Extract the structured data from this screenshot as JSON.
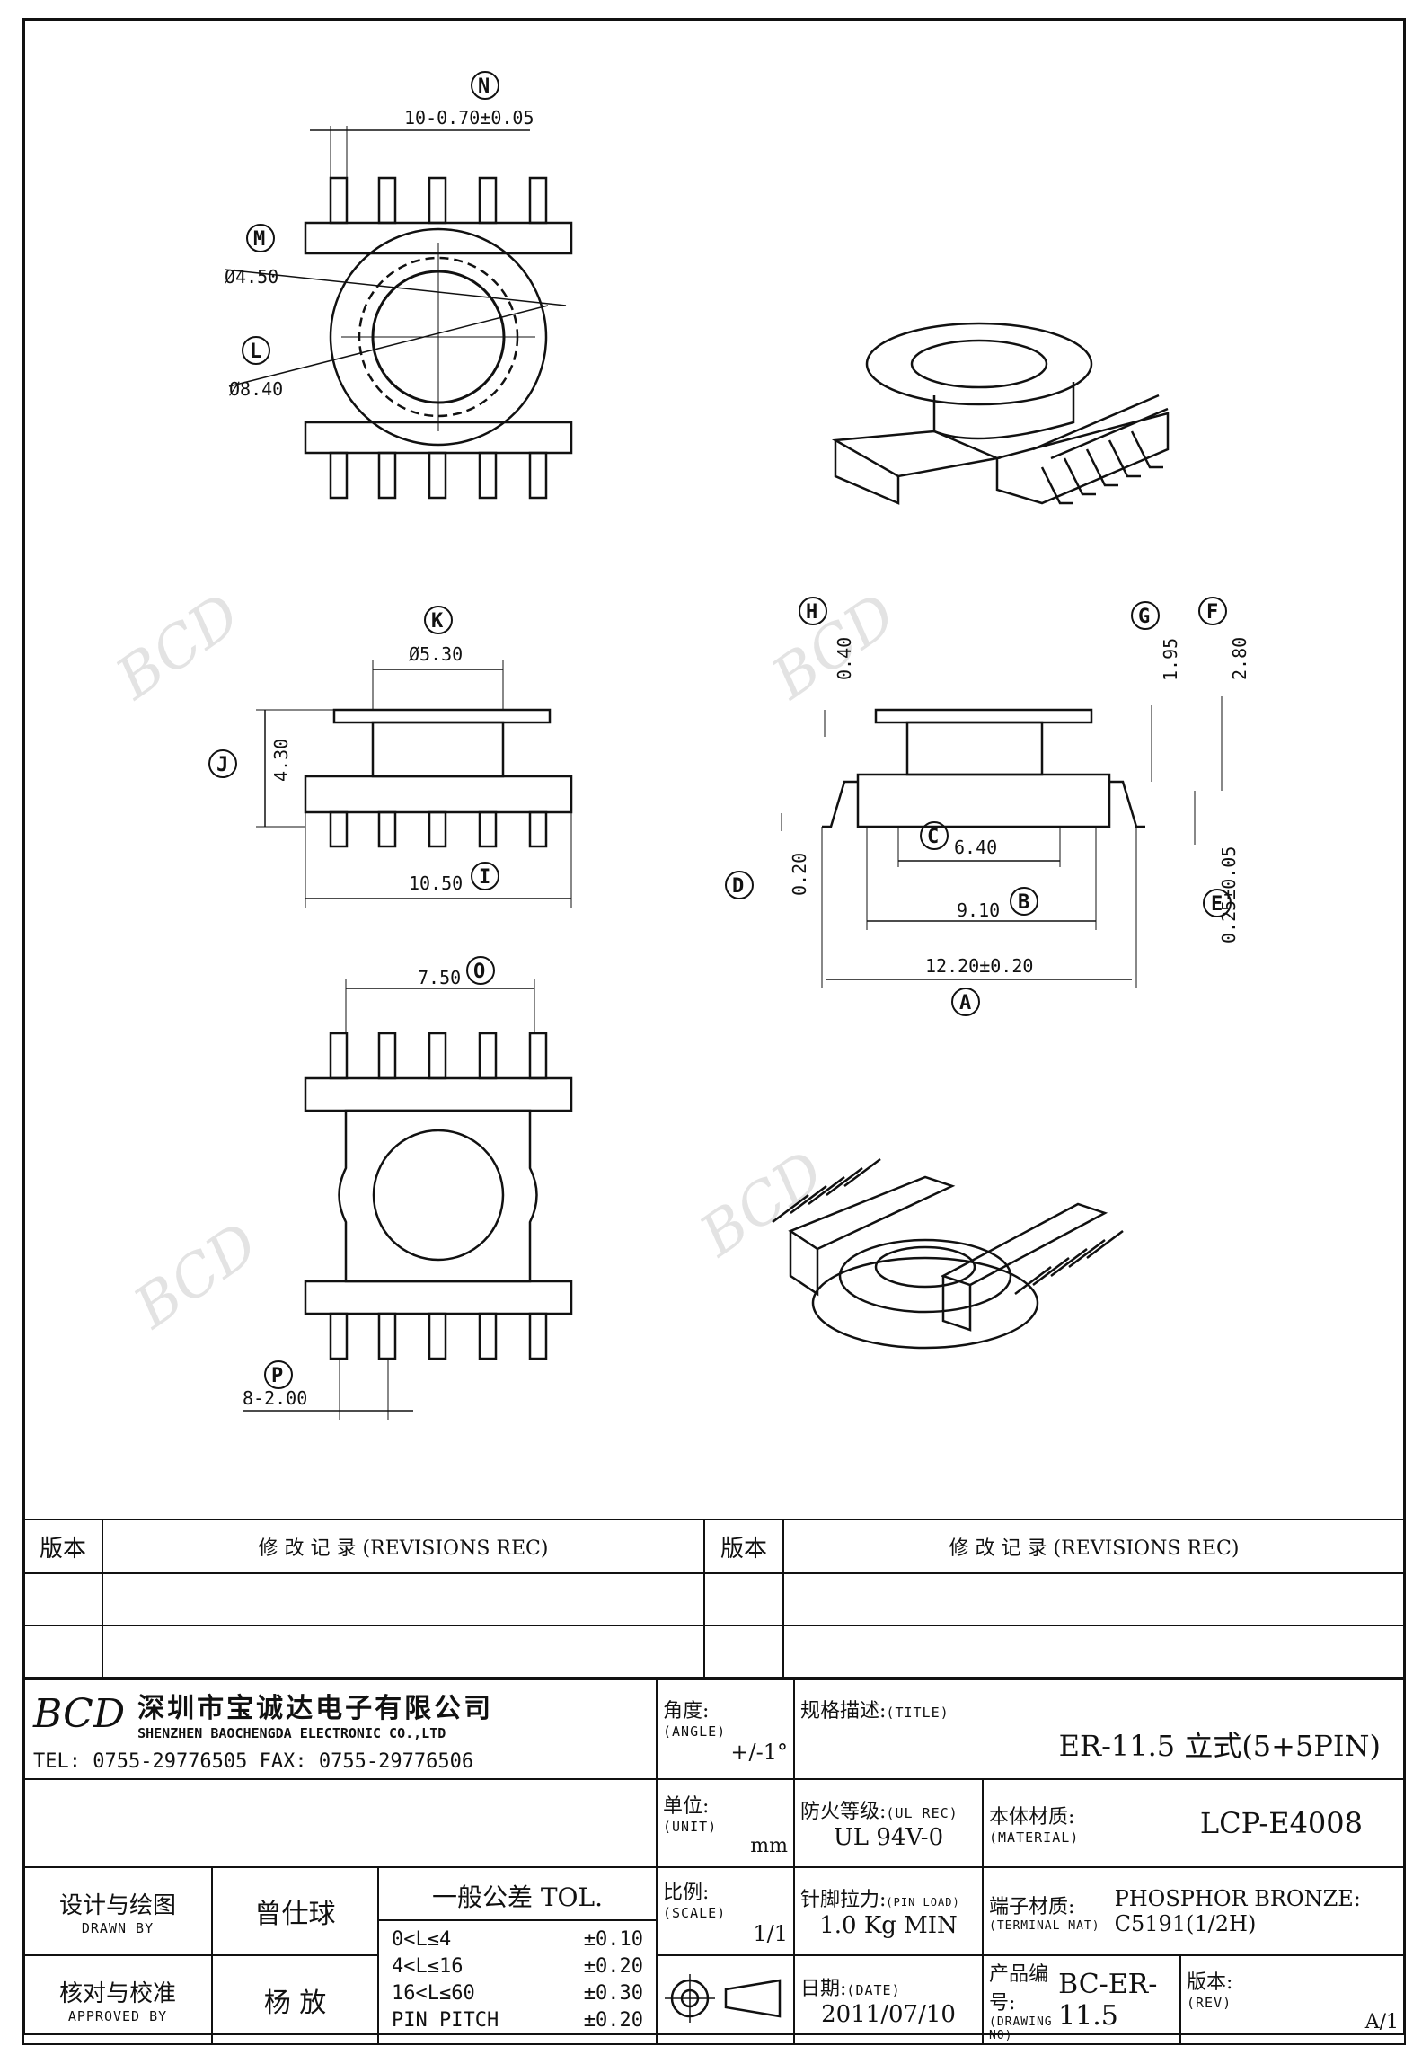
{
  "drawing": {
    "labels": [
      "N",
      "M",
      "L",
      "K",
      "J",
      "I",
      "O",
      "P",
      "H",
      "G",
      "F",
      "D",
      "E",
      "C",
      "B",
      "A"
    ],
    "dims": {
      "N": "10-0.70±0.05",
      "M": "Ø4.50",
      "L": "Ø8.40",
      "K": "Ø5.30",
      "J": "4.30",
      "I": "10.50",
      "O": "7.50",
      "P": "8-2.00",
      "H": "0.40",
      "G": "1.95",
      "F": "2.80",
      "D": "0.20",
      "E": "0.25±0.05",
      "C": "6.40",
      "B": "9.10",
      "A": "12.20±0.20"
    },
    "watermark": "BCD"
  },
  "revisions": {
    "col_version": "版本",
    "col_record": "修  改  记  录  (REVISIONS REC)"
  },
  "company": {
    "logo": "BCD",
    "name_cn": "深圳市宝诚达电子有限公司",
    "name_en": "SHENZHEN BAOCHENGDA ELECTRONIC CO.,LTD",
    "tel": "TEL: 0755-29776505   FAX: 0755-29776506"
  },
  "angle": {
    "label": "角度:",
    "label_en": "(ANGLE)",
    "value": "+/-1°"
  },
  "title": {
    "label": "规格描述:",
    "label_en": "(TITLE)",
    "value": "ER-11.5 立式(5+5PIN)"
  },
  "unit": {
    "label": "单位:",
    "label_en": "(UNIT)",
    "value": "mm"
  },
  "ul": {
    "label": "防火等级:",
    "label_en": "(UL REC)",
    "value": "UL 94V-0"
  },
  "material": {
    "label": "本体材质:",
    "label_en": "(MATERIAL)",
    "value": "LCP-E4008"
  },
  "drawn": {
    "label": "设计与绘图",
    "label_en": "DRAWN BY",
    "value": "曾仕球"
  },
  "approved": {
    "label": "核对与校准",
    "label_en": "APPROVED BY",
    "value": "杨  放"
  },
  "tolerance": {
    "title": "一般公差 TOL.",
    "rows": [
      {
        "range": "0<L≤4",
        "tol": "±0.10"
      },
      {
        "range": "4<L≤16",
        "tol": "±0.20"
      },
      {
        "range": "16<L≤60",
        "tol": "±0.30"
      },
      {
        "range": "PIN PITCH",
        "tol": "±0.20"
      }
    ]
  },
  "scale": {
    "label": "比例:",
    "label_en": "(SCALE)",
    "value": "1/1"
  },
  "pin_load": {
    "label": "针脚拉力:",
    "label_en": "(PIN LOAD)",
    "value": "1.0 Kg MIN"
  },
  "terminal": {
    "label": "端子材质:",
    "label_en": "(TERMINAL MAT)",
    "value1": "PHOSPHOR BRONZE:",
    "value2": "C5191(1/2H)"
  },
  "date": {
    "label": "日期:",
    "label_en": "(DATE)",
    "value": "2011/07/10"
  },
  "drawing_no": {
    "label": "产品编号:",
    "label_en": "(DRAWING NO)",
    "value": "BC-ER-11.5"
  },
  "rev": {
    "label": "版本:",
    "label_en": "(REV)",
    "value": "A/1"
  }
}
